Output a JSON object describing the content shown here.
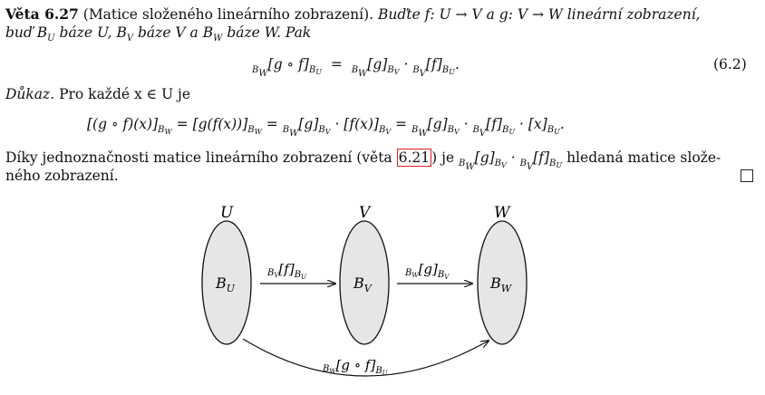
{
  "theorem": {
    "label": "Věta 6.27",
    "title": "(Matice složeného lineárního zobrazení).",
    "statement_part1": "Buďte f: U → V a g: V → W lineární zobrazení,",
    "statement_part2": "buď B",
    "statement_part3": " báze U, B",
    "statement_part4": " báze V a B",
    "statement_part5": " báze W. Pak"
  },
  "equation_main": {
    "lhs": "[g ∘ f]",
    "eq_sign": "=",
    "rhs_a": "[g]",
    "dot": "·",
    "rhs_b": "[f]",
    "trailing": ".",
    "number": "(6.2)"
  },
  "proof": {
    "label": "Důkaz.",
    "intro": "Pro každé x ∈ U je",
    "chain": "[(g ∘ f)(x)]",
    "chain2": " = [g(f(x))]",
    "chain3": " = ",
    "chain4": "[g]",
    "chain5": " · [f(x)]",
    "chain6": " = ",
    "chain7": "[g]",
    "chain8": " · ",
    "chain9": "[f]",
    "chain10": " · [x]",
    "chain_end": "."
  },
  "closing": {
    "text_a": "Díky jednoznačnosti matice lineárního zobrazení (věta ",
    "ref": "6.21",
    "text_b": ") je",
    "mid1": "[g]",
    "mid2": " · ",
    "mid3": "[f]",
    "text_c": " hledaná matice slože-",
    "text_d": "ného zobrazení."
  },
  "diagram": {
    "space_labels": [
      "U",
      "V",
      "W"
    ],
    "basis_labels": [
      "B",
      "B",
      "B"
    ],
    "basis_subs": [
      "U",
      "V",
      "W"
    ],
    "arrow1_label": "[f]",
    "arrow2_label": "[g]",
    "arrow3_label": "[g ∘ f]",
    "ellipse_fill": "#e6e6e6"
  },
  "subs": {
    "U": "U",
    "V": "V",
    "W": "W",
    "BW": "B",
    "BV": "B",
    "BU": "B"
  }
}
